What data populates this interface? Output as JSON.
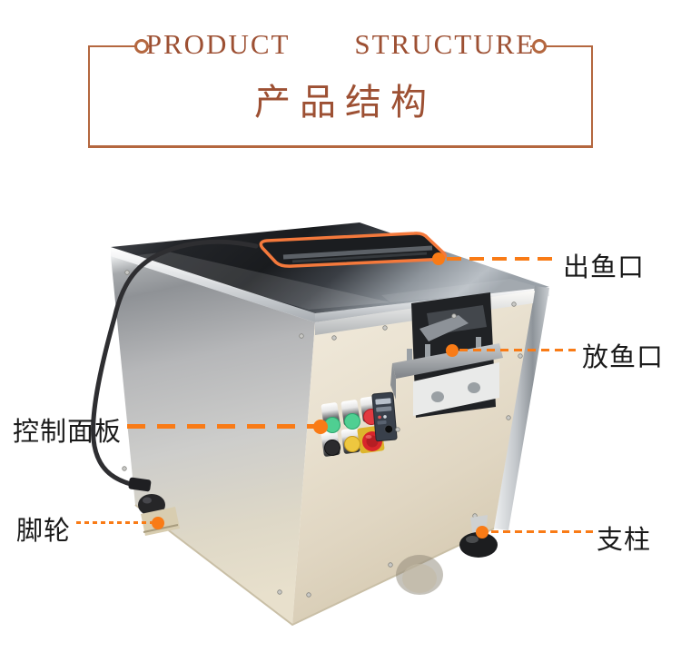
{
  "header": {
    "title_en": "PRODUCT  STRUCTURE",
    "title_zh": "产品结构",
    "accent_color": "#b4673f",
    "title_color": "#9d5033"
  },
  "labels": [
    {
      "id": "fish-outlet",
      "text": "出鱼口",
      "side": "right"
    },
    {
      "id": "fish-inlet",
      "text": "放鱼口",
      "side": "right"
    },
    {
      "id": "control-panel",
      "text": "控制面板",
      "side": "left"
    },
    {
      "id": "caster",
      "text": "脚轮",
      "side": "left"
    },
    {
      "id": "support-leg",
      "text": "支柱",
      "side": "right"
    }
  ],
  "annotation": {
    "leader_color": "#f97b16",
    "label_text_color": "#1b1b1b"
  },
  "machine_colors": {
    "top_steel_dark": "#1d1f22",
    "side_steel": "#c4c6c8",
    "front_panel_cream": "#e9e1d0",
    "outlet_highlight": "#f4793c",
    "button_green": "#4fcf92",
    "button_red": "#e23a40",
    "button_yellow": "#eec73f",
    "emergency_red": "#d8262b"
  }
}
